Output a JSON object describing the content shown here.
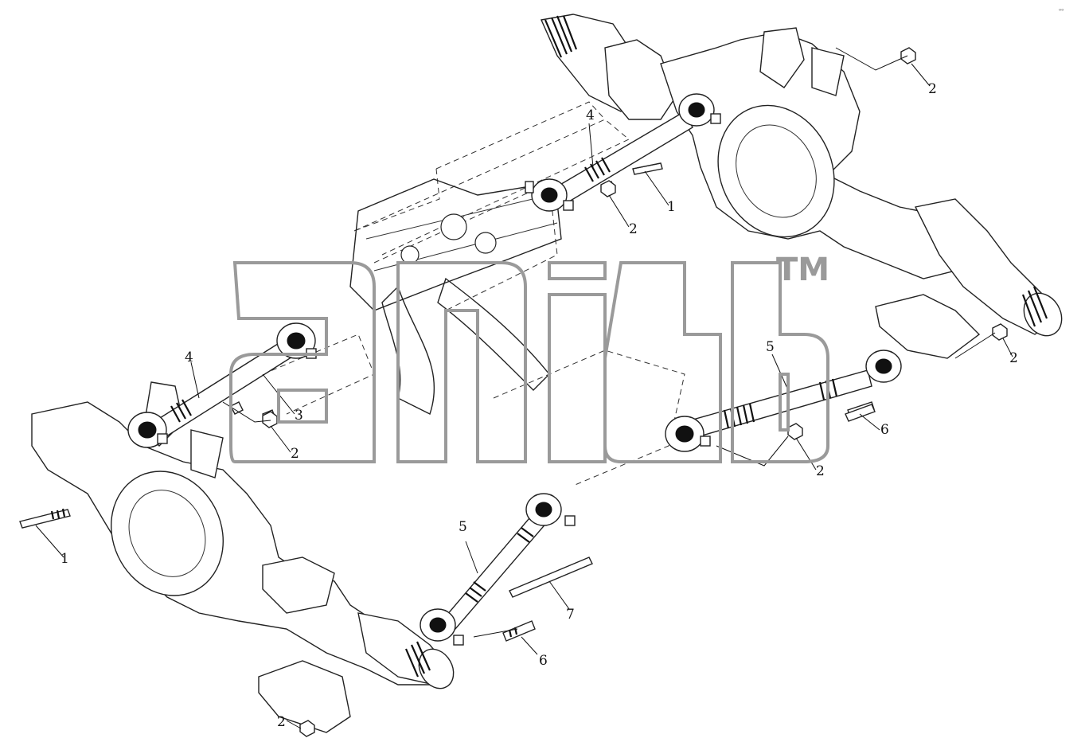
{
  "callouts": [
    {
      "text": "1"
    },
    {
      "text": "1"
    },
    {
      "text": "2"
    },
    {
      "text": "2"
    },
    {
      "text": "2"
    },
    {
      "text": "2"
    },
    {
      "text": "2"
    },
    {
      "text": "2"
    },
    {
      "text": "3"
    },
    {
      "text": "4"
    },
    {
      "text": "4"
    },
    {
      "text": "5"
    },
    {
      "text": "5"
    },
    {
      "text": "6"
    },
    {
      "text": "6"
    },
    {
      "text": "7"
    }
  ],
  "watermark": {
    "text": "TM",
    "color": "#9a9a9a"
  }
}
